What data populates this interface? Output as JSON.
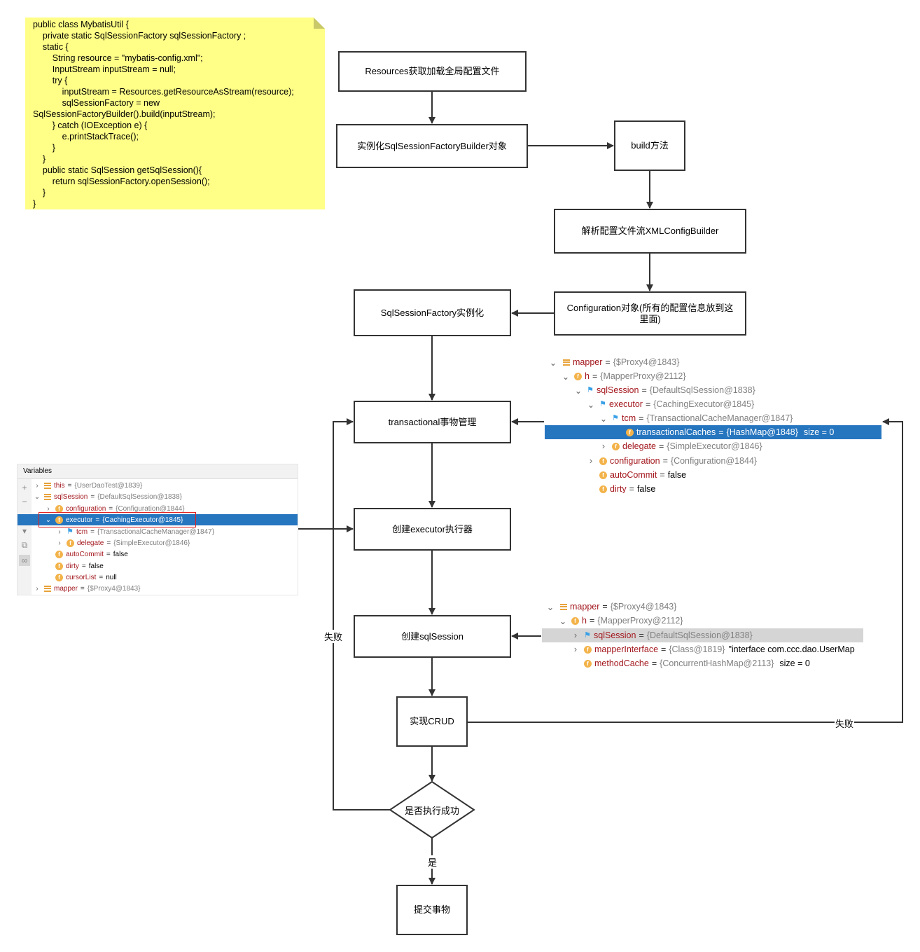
{
  "code_note": {
    "lines": [
      "public class MybatisUtil {",
      "    private static SqlSessionFactory sqlSessionFactory ;",
      "    static {",
      "        String resource = \"mybatis-config.xml\";",
      "        InputStream inputStream = null;",
      "        try {",
      "            inputStream = Resources.getResourceAsStream(resource);",
      "            sqlSessionFactory = new",
      "SqlSessionFactoryBuilder().build(inputStream);",
      "        } catch (IOException e) {",
      "            e.printStackTrace();",
      "        }",
      "    }",
      "    public static SqlSession getSqlSession(){",
      "        return sqlSessionFactory.openSession();",
      "    }",
      "}"
    ]
  },
  "flow": {
    "resources": "Resources获取加载全局配置文件",
    "builder": "实例化SqlSessionFactoryBuilder对象",
    "build": "build方法",
    "xml_builder": "解析配置文件流XMLConfigBuilder",
    "configuration_line1": "Configuration对象(所有的配置信息放到这",
    "configuration_line2": "里面)",
    "factory": "SqlSessionFactory实例化",
    "transactional": "transactional事物管理",
    "executor": "创建executor执行器",
    "sqlsession": "创建sqlSession",
    "crud": "实现CRUD",
    "decision": "是否执行成功",
    "commit": "提交事物",
    "fail_left": "失败",
    "fail_right": "失败",
    "yes": "是"
  },
  "panel_top": {
    "rows": [
      {
        "key": "mapper",
        "val": "{$Proxy4@1843}"
      },
      {
        "key": "h",
        "val": "{MapperProxy@2112}"
      },
      {
        "key": "sqlSession",
        "val": "{DefaultSqlSession@1838}"
      },
      {
        "key": "executor",
        "val": "{CachingExecutor@1845}"
      },
      {
        "key": "tcm",
        "val": "{TransactionalCacheManager@1847}"
      },
      {
        "key": "transactionalCaches",
        "val": "{HashMap@1848}",
        "extra": "size = 0"
      },
      {
        "key": "delegate",
        "val": "{SimpleExecutor@1846}"
      },
      {
        "key": "configuration",
        "val": "{Configuration@1844}"
      },
      {
        "key": "autoCommit",
        "val": "false"
      },
      {
        "key": "dirty",
        "val": "false"
      }
    ]
  },
  "panel_vars": {
    "title": "Variables",
    "rows": [
      {
        "key": "this",
        "val": "{UserDaoTest@1839}"
      },
      {
        "key": "sqlSession",
        "val": "{DefaultSqlSession@1838}"
      },
      {
        "key": "configuration",
        "val": "{Configuration@1844}"
      },
      {
        "key": "executor",
        "val": "{CachingExecutor@1845}"
      },
      {
        "key": "tcm",
        "val": "{TransactionalCacheManager@1847}"
      },
      {
        "key": "delegate",
        "val": "{SimpleExecutor@1846}"
      },
      {
        "key": "autoCommit",
        "val": "false"
      },
      {
        "key": "dirty",
        "val": "false"
      },
      {
        "key": "cursorList",
        "val": "null"
      },
      {
        "key": "mapper",
        "val": "{$Proxy4@1843}"
      }
    ]
  },
  "panel_bottom": {
    "rows": [
      {
        "key": "mapper",
        "val": "{$Proxy4@1843}"
      },
      {
        "key": "h",
        "val": "{MapperProxy@2112}"
      },
      {
        "key": "sqlSession",
        "val": "{DefaultSqlSession@1838}"
      },
      {
        "key": "mapperInterface",
        "val": "{Class@1819}",
        "extra": "\"interface com.ccc.dao.UserMap"
      },
      {
        "key": "methodCache",
        "val": "{ConcurrentHashMap@2113}",
        "extra": "size = 0"
      }
    ]
  }
}
